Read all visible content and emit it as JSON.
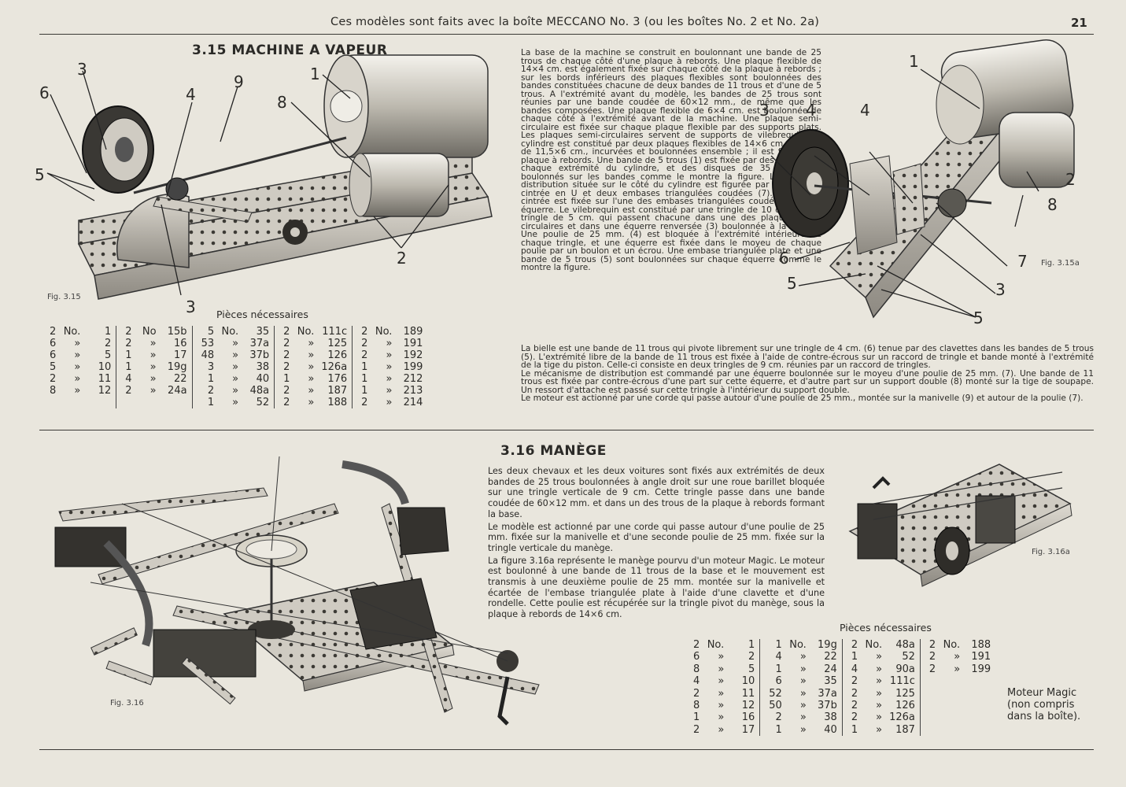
{
  "header": {
    "title": "Ces modèles sont faits avec la boîte MECCANO No. 3 (ou les boîtes No. 2 et No. 2a)",
    "page_number": "21"
  },
  "section1": {
    "title": "3.15  MACHINE A VAPEUR",
    "fig_main": "Fig. 3.15",
    "fig_alt": "Fig. 3.15a",
    "callouts_main": [
      "1",
      "2",
      "3",
      "3",
      "4",
      "5",
      "6",
      "8",
      "9"
    ],
    "callouts_alt": [
      "1",
      "2",
      "3",
      "3",
      "4",
      "4",
      "5",
      "5",
      "6",
      "7",
      "8"
    ],
    "paragraph": "La base de la machine se construit en boulonnant une bande de 25 trous de chaque côté d'une plaque à rebords. Une plaque flexible de 14×4 cm. est également fixée sur chaque côté de la plaque à rebords ; sur les bords inférieurs des plaques flexibles sont boulonnées des bandes constituées chacune de deux bandes de 11 trous et d'une de 5 trous. A l'extrémité avant du modèle, les bandes de 25 trous sont réunies par une bande coudée de 60×12 mm., de même que les bandes composées. Une plaque flexible de 6×4 cm. est boulonnée de chaque côté à l'extrémité avant de la machine. Une plaque semi-circulaire est fixée sur chaque plaque flexible par des supports plats. Les plaques semi-circulaires servent de supports de vilebrequin. Le cylindre est constitué par deux plaques flexibles de 14×6 cm. et deux de 11,5×6 cm., incurvées et boulonnées ensemble ; il est fixé sur la plaque à rebords. Une bande de 5 trous (1) est fixée par des équerres à chaque extrémité du cylindre, et des disques de 35 mm. sont boulonnés sur les bandes comme le montre la figure. La boîte de distribution située sur le côté du cylindre est figurée par une plaque cintrée en U et deux embases triangulées coudées (7). La plaque cintrée est fixée sur l'une des embases triangulées coudées par une équerre. Le vilebrequin est constitué par une tringle de 10 cm. et une tringle de 5 cm. qui passent chacune dans une des plaques semi-circulaires et dans une équerre renversée (3) boulonnée à la plaque. Une poulie de 25 mm. (4) est bloquée à l'extrémité intérieure de chaque tringle, et une équerre est fixée dans le moyeu de chaque poulie par un boulon et un écrou. Une embase triangulée plate et une bande de 5 trous (5) sont boulonnées sur chaque équerre comme le montre la figure.",
    "paragraph_wide": [
      "La bielle est une bande de 11 trous qui pivote librement sur une tringle de 4 cm. (6) tenue par des clavettes dans les bandes de 5 trous (5). L'extrémité libre de la bande de 11 trous est fixée à l'aide de contre-écrous sur un raccord de tringle et bande monté à l'extrémité de la tige du piston. Celle-ci consiste en deux tringles de 9 cm. réunies par un raccord de tringles.",
      "Le mécanisme de distribution est commandé par une équerre boulonnée sur le moyeu d'une poulie de 25 mm. (7). Une bande de 11 trous est fixée par contre-écrous d'une part sur cette équerre, et d'autre part sur un support double (8) monté sur la tige de soupape. Un ressort d'attache est passé sur cette tringle à l'intérieur du support double.",
      "Le moteur est actionné par une corde qui passe autour d'une poulie de 25 mm., montée sur la manivelle (9) et autour de la poulie (7)."
    ],
    "parts_heading": "Pièces nécessaires",
    "parts_columns": [
      [
        [
          "2",
          "No.",
          "1"
        ],
        [
          "6",
          "»",
          "2"
        ],
        [
          "6",
          "»",
          "5"
        ],
        [
          "5",
          "»",
          "10"
        ],
        [
          "2",
          "»",
          "11"
        ],
        [
          "8",
          "»",
          "12"
        ]
      ],
      [
        [
          "2",
          "No",
          "15b"
        ],
        [
          "2",
          "»",
          "16"
        ],
        [
          "1",
          "»",
          "17"
        ],
        [
          "1",
          "»",
          "19g"
        ],
        [
          "4",
          "»",
          "22"
        ],
        [
          "2",
          "»",
          "24a"
        ]
      ],
      [
        [
          "5",
          "No.",
          "35"
        ],
        [
          "53",
          "»",
          "37a"
        ],
        [
          "48",
          "»",
          "37b"
        ],
        [
          "3",
          "»",
          "38"
        ],
        [
          "1",
          "»",
          "40"
        ],
        [
          "2",
          "»",
          "48a"
        ],
        [
          "1",
          "»",
          "52"
        ]
      ],
      [
        [
          "2",
          "No.",
          "111c"
        ],
        [
          "2",
          "»",
          "125"
        ],
        [
          "2",
          "»",
          "126"
        ],
        [
          "2",
          "»",
          "126a"
        ],
        [
          "1",
          "»",
          "176"
        ],
        [
          "2",
          "»",
          "187"
        ],
        [
          "2",
          "»",
          "188"
        ]
      ],
      [
        [
          "2",
          "No.",
          "189"
        ],
        [
          "2",
          "»",
          "191"
        ],
        [
          "2",
          "»",
          "192"
        ],
        [
          "1",
          "»",
          "199"
        ],
        [
          "1",
          "»",
          "212"
        ],
        [
          "1",
          "»",
          "213"
        ],
        [
          "2",
          "»",
          "214"
        ]
      ]
    ]
  },
  "section2": {
    "title": "3.16  MANÈGE",
    "fig_main": "Fig. 3.16",
    "fig_alt": "Fig. 3.16a",
    "paragraphs": [
      "Les deux chevaux et les deux voitures sont fixés aux extrémités de deux bandes de 25 trous boulonnées à angle droit sur une roue barillet bloquée sur une tringle verticale de 9 cm. Cette tringle passe dans une bande coudée de 60×12 mm. et dans un des trous de la plaque à rebords formant la base.",
      "Le modèle est actionné par une corde qui passe autour d'une poulie de 25 mm. fixée sur la manivelle et d'une seconde poulie de 25 mm. fixée sur la tringle verticale du manège.",
      "La figure 3.16a représente le manège pourvu d'un moteur Magic. Le moteur est boulonné à une bande de 11 trous de la base et le mouvement est transmis à une deuxième poulie de 25 mm. montée sur la manivelle et écartée de l'embase triangulée plate à l'aide d'une clavette et d'une rondelle. Cette poulie est récupérée sur la tringle pivot du manège, sous la plaque à rebords de 14×6 cm."
    ],
    "parts_heading": "Pièces nécessaires",
    "parts_columns": [
      [
        [
          "2",
          "No.",
          "1"
        ],
        [
          "6",
          "»",
          "2"
        ],
        [
          "8",
          "»",
          "5"
        ],
        [
          "4",
          "»",
          "10"
        ],
        [
          "2",
          "»",
          "11"
        ],
        [
          "8",
          "»",
          "12"
        ],
        [
          "1",
          "»",
          "16"
        ],
        [
          "2",
          "»",
          "17"
        ]
      ],
      [
        [
          "1",
          "No.",
          "19g"
        ],
        [
          "4",
          "»",
          "22"
        ],
        [
          "1",
          "»",
          "24"
        ],
        [
          "6",
          "»",
          "35"
        ],
        [
          "52",
          "»",
          "37a"
        ],
        [
          "50",
          "»",
          "37b"
        ],
        [
          "2",
          "»",
          "38"
        ],
        [
          "1",
          "»",
          "40"
        ]
      ],
      [
        [
          "2",
          "No.",
          "48a"
        ],
        [
          "1",
          "»",
          "52"
        ],
        [
          "4",
          "»",
          "90a"
        ],
        [
          "2",
          "»",
          "111c"
        ],
        [
          "2",
          "»",
          "125"
        ],
        [
          "2",
          "»",
          "126"
        ],
        [
          "2",
          "»",
          "126a"
        ],
        [
          "1",
          "»",
          "187"
        ]
      ],
      [
        [
          "2",
          "No.",
          "188"
        ],
        [
          "2",
          "»",
          "191"
        ],
        [
          "2",
          "»",
          "199"
        ]
      ]
    ],
    "motor_note": [
      "Moteur Magic",
      "(non compris",
      "dans la boîte)."
    ]
  }
}
